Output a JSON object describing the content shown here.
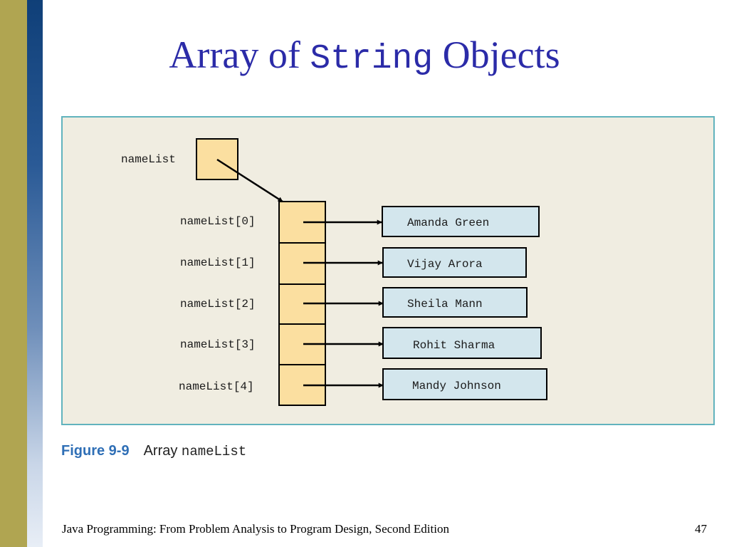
{
  "slide": {
    "title_prefix": "Array of ",
    "title_code": "String",
    "title_suffix": " Objects"
  },
  "diagram": {
    "reference_label": "nameList",
    "elements": [
      {
        "index_label": "nameList[0]",
        "value": "Amanda Green"
      },
      {
        "index_label": "nameList[1]",
        "value": "Vijay Arora"
      },
      {
        "index_label": "nameList[2]",
        "value": "Sheila Mann"
      },
      {
        "index_label": "nameList[3]",
        "value": "Rohit Sharma"
      },
      {
        "index_label": "nameList[4]",
        "value": "Mandy Johnson"
      }
    ]
  },
  "caption": {
    "figure_number": "Figure 9-9",
    "text": "Array ",
    "code": "nameList"
  },
  "footer": {
    "text": "Java Programming: From Problem Analysis to Program Design, Second Edition",
    "page_number": "47"
  },
  "colors": {
    "title": "#2b2ba8",
    "panel_background": "#f0ede1",
    "panel_border": "#61b3bd",
    "array_cell": "#fbdfa0",
    "string_box": "#d3e6ed",
    "caption_figure": "#2f6fb6"
  }
}
